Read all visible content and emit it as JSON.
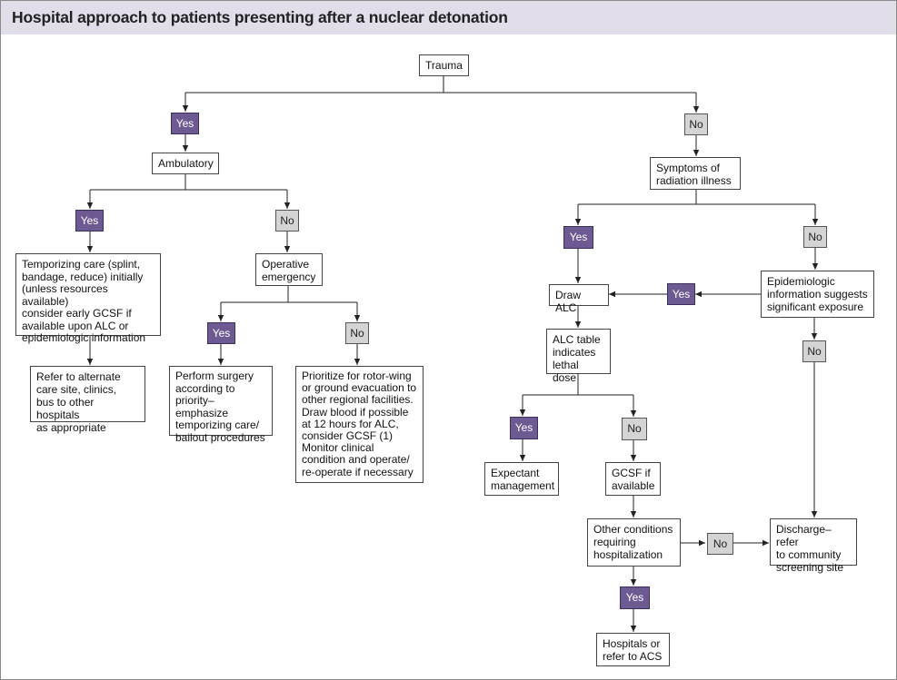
{
  "title": "Hospital approach to patients presenting after a nuclear detonation",
  "nodes": {
    "trauma": "Trauma",
    "ambulatory": "Ambulatory",
    "temporizing_care": "Temporizing care (splint,\nbandage, reduce) initially\n(unless resources available)\nconsider early GCSF if\navailable upon ALC or\nepidemiologic information",
    "refer_alternate": "Refer to alternate\ncare site, clinics,\nbus to other hospitals\nas appropriate",
    "operative_emergency": "Operative\nemergency",
    "perform_surgery": "Perform surgery\naccording to\npriority–emphasize\ntemporizing care/\nbailout procedures",
    "prioritize_evacuation": "Prioritize for rotor-wing\nor ground evacuation to\nother regional facilities.\nDraw blood if possible\nat 12 hours for ALC,\nconsider GCSF (1)\nMonitor clinical\ncondition and operate/\nre-operate if necessary",
    "symptoms": "Symptoms of\nradiation illness",
    "draw_alc": "Draw ALC",
    "epidemiologic": "Epidemiologic\ninformation suggests\nsignificant exposure",
    "alc_table": "ALC table\nindicates\nlethal dose",
    "expectant": "Expectant\nmanagement",
    "gcsf": "GCSF if\navailable",
    "other_conditions": "Other conditions\nrequiring\nhospitalization",
    "discharge": "Discharge–refer\nto community\nscreening site",
    "hospitals_acs": "Hospitals or\nrefer to ACS"
  },
  "labels": {
    "yes": "Yes",
    "no": "No"
  },
  "colors": {
    "yes_fill": "#6d5a93",
    "no_fill": "#d4d4d4",
    "title_band": "#e1dde9"
  }
}
